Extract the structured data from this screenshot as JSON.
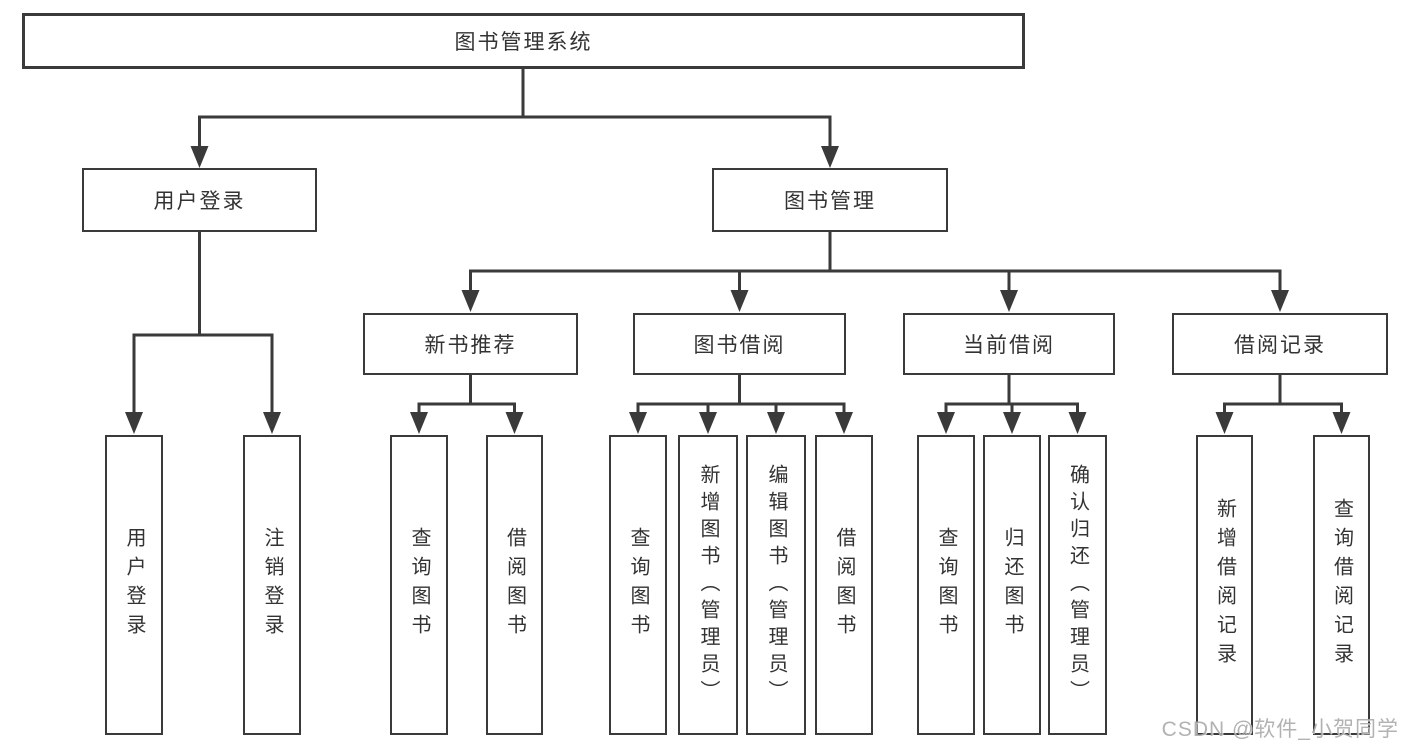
{
  "tree": {
    "root": {
      "label": "图书管理系统"
    },
    "level2": [
      {
        "label": "用户登录",
        "leaves": [
          {
            "label": "用户登录"
          },
          {
            "label": "注销登录"
          }
        ]
      },
      {
        "label": "图书管理",
        "groups": [
          {
            "label": "新书推荐",
            "leaves": [
              {
                "label": "查询图书"
              },
              {
                "label": "借阅图书"
              }
            ]
          },
          {
            "label": "图书借阅",
            "leaves": [
              {
                "label": "查询图书"
              },
              {
                "label": "新增图书（管理员）"
              },
              {
                "label": "编辑图书（管理员）"
              },
              {
                "label": "借阅图书"
              }
            ]
          },
          {
            "label": "当前借阅",
            "leaves": [
              {
                "label": "查询图书"
              },
              {
                "label": "归还图书"
              },
              {
                "label": "确认归还（管理员）"
              }
            ]
          },
          {
            "label": "借阅记录",
            "leaves": [
              {
                "label": "新增借阅记录"
              },
              {
                "label": "查询借阅记录"
              }
            ]
          }
        ]
      }
    ]
  },
  "watermark": "CSDN @软件_小贺同学",
  "colors": {
    "line": "#3a3a3a",
    "text": "#333333",
    "background": "#ffffff",
    "watermark": "#aaaaaa"
  }
}
